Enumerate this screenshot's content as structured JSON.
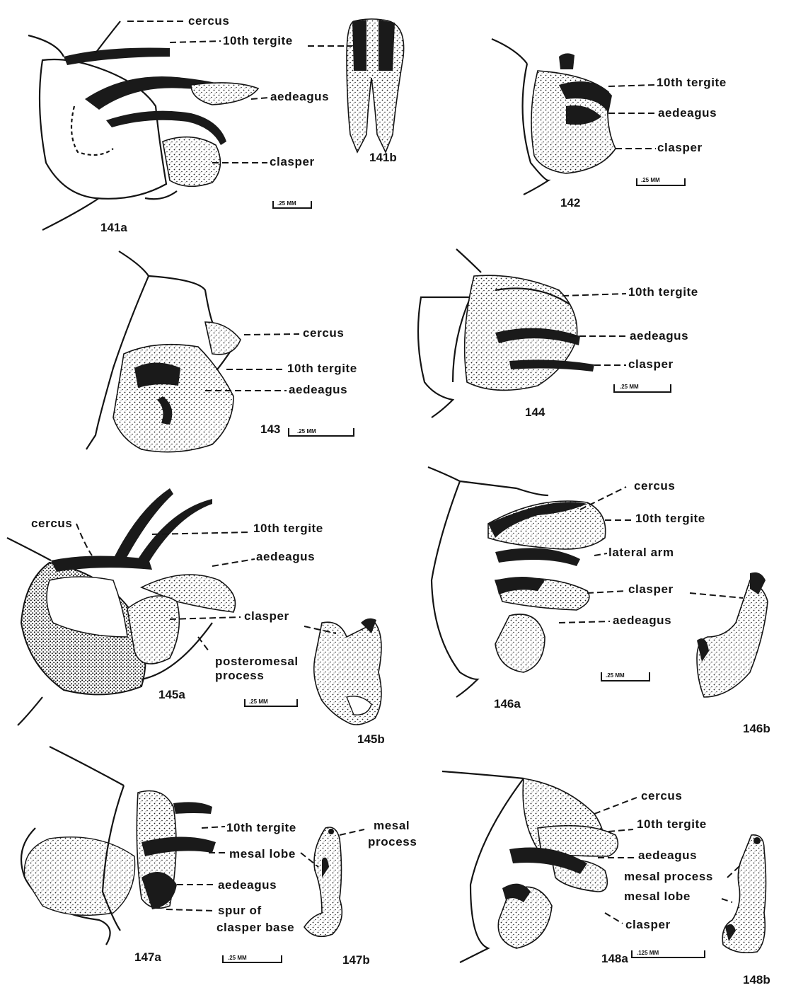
{
  "figures": [
    {
      "id": "141a",
      "num": "141a",
      "labels": [
        "cercus",
        "10th tergite",
        "aedeagus",
        "clasper"
      ],
      "scale": ".25 MM"
    },
    {
      "id": "141b",
      "num": "141b",
      "labels": []
    },
    {
      "id": "142",
      "num": "142",
      "labels": [
        "10th tergite",
        "aedeagus",
        "clasper"
      ],
      "scale": ".25 MM"
    },
    {
      "id": "143",
      "num": "143",
      "labels": [
        "cercus",
        "10th tergite",
        "aedeagus"
      ],
      "scale": ".25 MM"
    },
    {
      "id": "144",
      "num": "144",
      "labels": [
        "10th tergite",
        "aedeagus",
        "clasper"
      ],
      "scale": ".25 MM"
    },
    {
      "id": "145a",
      "num": "145a",
      "labels": [
        "cercus",
        "10th tergite",
        "aedeagus",
        "clasper",
        "posteromesal",
        "process"
      ],
      "scale": ".25 MM"
    },
    {
      "id": "145b",
      "num": "145b",
      "labels": []
    },
    {
      "id": "146a",
      "num": "146a",
      "labels": [
        "cercus",
        "10th tergite",
        "lateral arm",
        "clasper",
        "aedeagus"
      ],
      "scale": ".25 MM"
    },
    {
      "id": "146b",
      "num": "146b",
      "labels": []
    },
    {
      "id": "147a",
      "num": "147a",
      "labels": [
        "10th tergite",
        "mesal lobe",
        "aedeagus",
        "spur of",
        "clasper base"
      ],
      "scale": ".25 MM"
    },
    {
      "id": "147b",
      "num": "147b",
      "labels": [
        "mesal",
        "process"
      ]
    },
    {
      "id": "148a",
      "num": "148a",
      "labels": [
        "cercus",
        "10th tergite",
        "aedeagus",
        "mesal process",
        "mesal lobe",
        "clasper"
      ],
      "scale": ".125 MM"
    },
    {
      "id": "148b",
      "num": "148b",
      "labels": []
    }
  ]
}
